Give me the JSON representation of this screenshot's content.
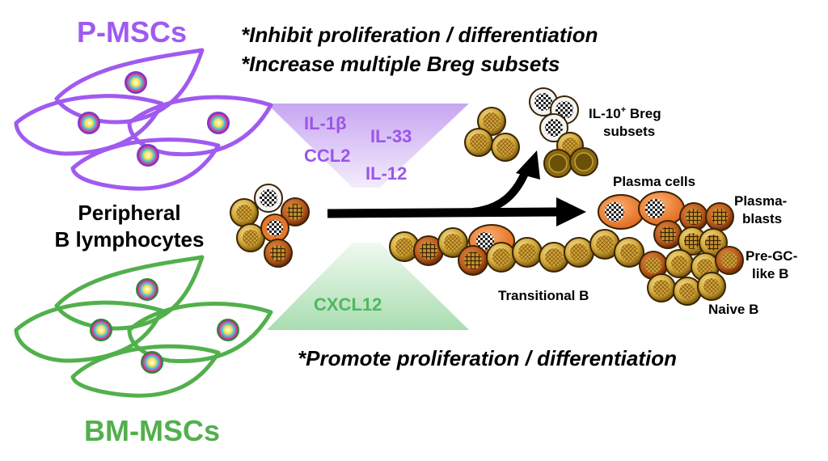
{
  "colors": {
    "purple": "#a05af0",
    "purple_light": "#d9c4f7",
    "green": "#52b04c",
    "green_light": "#bfe6c2",
    "cell_gold": "#b58a18",
    "cell_dark": "#5a3a08",
    "plasma_orange": "#e8762a",
    "black": "#000000"
  },
  "labels": {
    "p_mscs": "P-MSCs",
    "bm_mscs": "BM-MSCs",
    "peripheral_line1": "Peripheral",
    "peripheral_line2": "B lymphocytes",
    "inhibit": "*Inhibit proliferation / differentiation",
    "increase": "*Increase multiple Breg subsets",
    "promote": "*Promote proliferation / differentiation",
    "breg_line1": "IL-10",
    "breg_sup": "+",
    "breg_line1_rest": " Breg",
    "breg_line2": "subsets",
    "plasma_cells": "Plasma cells",
    "plasmablasts_line1": "Plasma-",
    "plasmablasts_line2": "blasts",
    "pregc_line1": "Pre-GC-",
    "pregc_line2": "like B",
    "transitional": "Transitional B",
    "naive": "Naive B"
  },
  "cytokines": {
    "il1b": "IL-1β",
    "il33": "IL-33",
    "ccl2": "CCL2",
    "il12": "IL-12",
    "cxcl12": "CXCL12"
  }
}
